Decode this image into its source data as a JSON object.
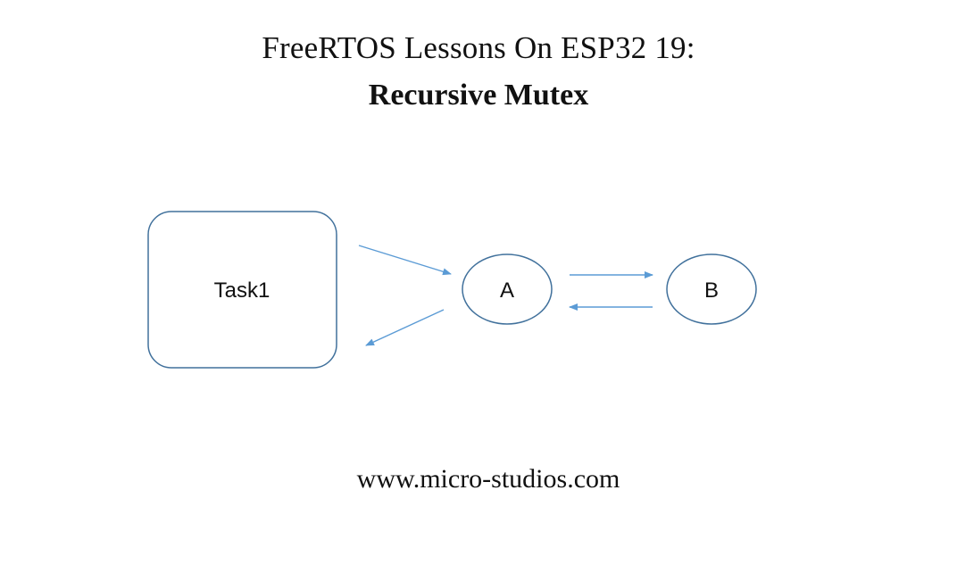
{
  "title": {
    "line1": "FreeRTOS Lessons On ESP32 19:",
    "line2": "Recursive Mutex"
  },
  "diagram": {
    "nodes": [
      {
        "id": "task1",
        "label": "Task1",
        "shape": "rounded-rectangle"
      },
      {
        "id": "a",
        "label": "A",
        "shape": "ellipse"
      },
      {
        "id": "b",
        "label": "B",
        "shape": "ellipse"
      }
    ],
    "edges": [
      {
        "from": "task1",
        "to": "a"
      },
      {
        "from": "a",
        "to": "task1"
      },
      {
        "from": "a",
        "to": "b"
      },
      {
        "from": "b",
        "to": "a"
      }
    ],
    "colors": {
      "stroke": "#41719c",
      "arrow": "#5b9bd5",
      "fill": "#ffffff"
    }
  },
  "footer": {
    "url": "www.micro-studios.com"
  }
}
